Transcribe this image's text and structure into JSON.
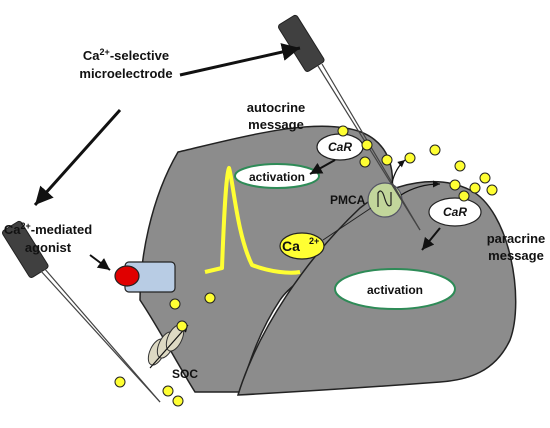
{
  "labels": {
    "microelectrode_line1": "Ca",
    "microelectrode_sup": "2+",
    "microelectrode_line1_rest": "-selective",
    "microelectrode_line2": "microelectrode",
    "agonist_line1": "Ca",
    "agonist_sup": "2+",
    "agonist_line1_rest": "-mediated",
    "agonist_line2": "agonist",
    "autocrine_line1": "autocrine",
    "autocrine_line2": "message",
    "paracrine_line1": "paracrine",
    "paracrine_line2": "message",
    "car_left": "CaR",
    "car_right": "CaR",
    "pmca": "PMCA",
    "pmca_symbol": "N",
    "activation_left": "activation",
    "activation_right": "activation",
    "ca_ion": "Ca",
    "ca_ion_sup": "2+",
    "soc": "SOC"
  },
  "colors": {
    "cell": "#8c8c8c",
    "trace": "#ffff33",
    "ca_dot": "#ffff33",
    "pmca_fill": "#c2d69b",
    "activation_border": "#2e8b57",
    "receptor_fill": "#b8cce4",
    "agonist_fill": "#e00000",
    "electrode_body": "#404040"
  }
}
